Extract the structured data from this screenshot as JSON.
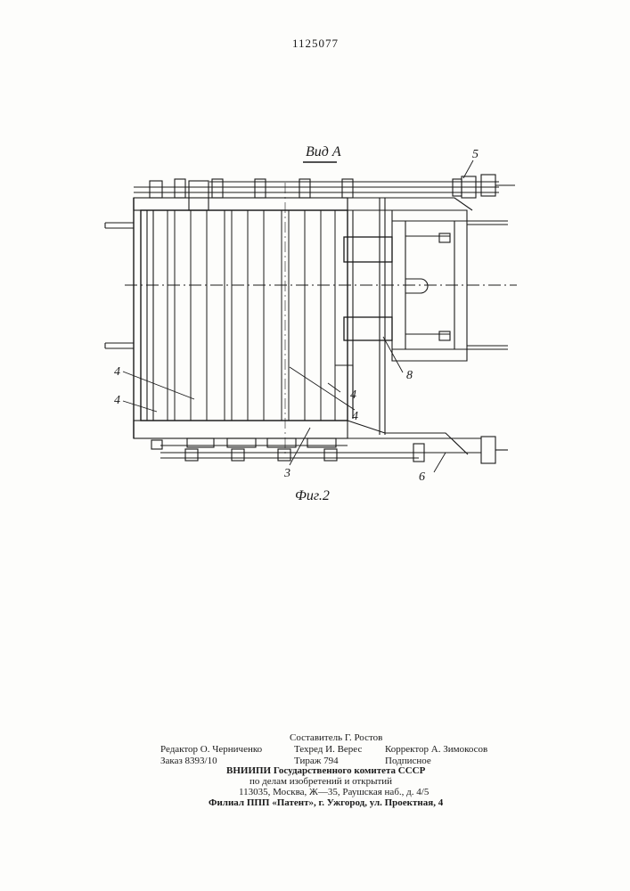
{
  "header": {
    "patent_number": "1125077"
  },
  "figure": {
    "view_label": "Вид А",
    "caption": "Фиг.2",
    "callouts": [
      "5",
      "4",
      "4",
      "4",
      "4",
      "8",
      "3",
      "6"
    ]
  },
  "imprint": {
    "compiler": "Составитель Г. Ростов",
    "editor": "Редактор О. Черниченко",
    "techred": "Техред И. Верес",
    "corrector": "Корректор А. Зимокосов",
    "order": "Заказ 8393/10",
    "circulation": "Тираж 794",
    "subscription": "Подписное",
    "org_line1": "ВНИИПИ  Государственного  комитета  СССР",
    "org_line2": "по  делам  изобретений  и  открытий",
    "address": "113035,  Москва,  Ж—35,  Раушская  наб.,  д.  4/5",
    "branch": "Филиал  ППП  «Патент»,  г.  Ужгород,  ул.  Проектная,  4"
  }
}
